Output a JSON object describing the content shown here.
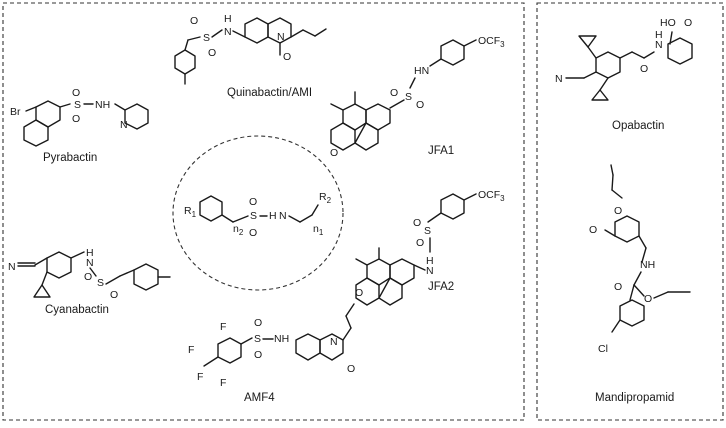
{
  "compounds": {
    "quinabactin": "Quinabactin/AMI",
    "pyrabactin": "Pyrabactin",
    "jfa1": "JFA1",
    "jfa2": "JFA2",
    "cyanabactin": "Cyanabactin",
    "amf4": "AMF4",
    "opabactin": "Opabactin",
    "mandipropamid": "Mandipropamid"
  },
  "atoms": {
    "br": "Br",
    "s": "S",
    "o": "O",
    "n": "N",
    "nh": "NH",
    "hn": "HN",
    "h": "H",
    "ho": "HO",
    "ocf3": "OCF",
    "three": "3",
    "f": "F",
    "cl": "Cl",
    "r1": "R",
    "one": "1",
    "r2": "R",
    "two": "2",
    "n1": "n",
    "n2": "n"
  }
}
